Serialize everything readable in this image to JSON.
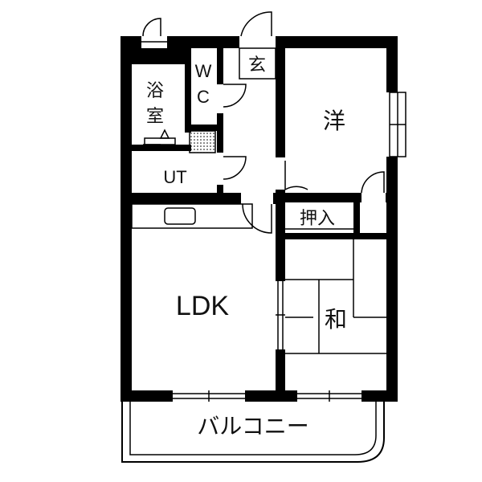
{
  "rooms": {
    "bath": "浴室",
    "wc_top": "W",
    "wc_bottom": "C",
    "entrance": "玄",
    "western": "洋",
    "utility": "UT",
    "closet": "押入",
    "ldk": "LDK",
    "japanese": "和",
    "balcony": "バルコニー"
  },
  "colors": {
    "wall": "#000000",
    "background": "#ffffff"
  }
}
